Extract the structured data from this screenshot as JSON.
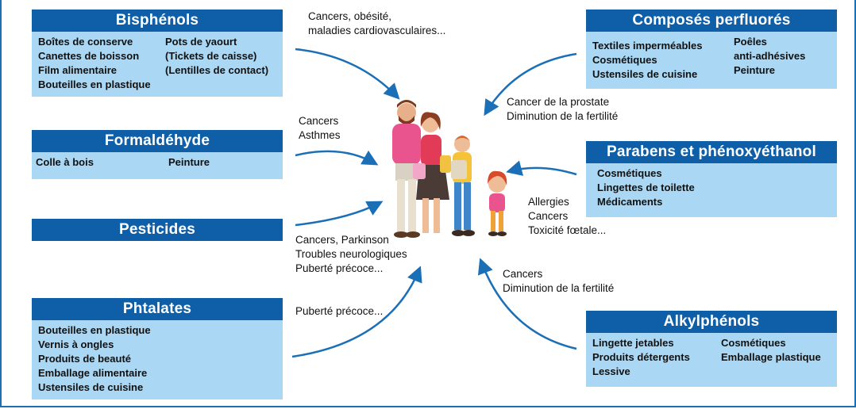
{
  "boxes": {
    "bisphenols": {
      "title": "Bisphénols",
      "col1": [
        "Boîtes de conserve",
        "Canettes de boisson",
        "Film alimentaire",
        "Bouteilles en plastique"
      ],
      "col2": [
        "Pots de yaourt",
        "(Tickets de caisse)",
        "(Lentilles de contact)"
      ]
    },
    "formaldehyde": {
      "title": "Formaldéhyde",
      "col1": [
        "Colle à bois"
      ],
      "col2": [
        "Peinture"
      ]
    },
    "pesticides": {
      "title": "Pesticides"
    },
    "phtalates": {
      "title": "Phtalates",
      "col1": [
        "Bouteilles en plastique",
        "Vernis à ongles",
        "Produits de beauté",
        "Emballage alimentaire",
        "Ustensiles de cuisine"
      ]
    },
    "perfluores": {
      "title": "Composés perfluorés",
      "col1": [
        "Textiles imperméables",
        "Cosmétiques",
        "Ustensiles de cuisine"
      ],
      "col2": [
        "Poêles",
        "anti-adhésives",
        "Peinture"
      ]
    },
    "parabens": {
      "title": "Parabens et phénoxyéthanol",
      "col1": [
        "Cosmétiques",
        "Lingettes de toilette",
        "Médicaments"
      ]
    },
    "alkylphenols": {
      "title": "Alkylphénols",
      "col1": [
        "Lingette jetables",
        "Produits détergents",
        "Lessive"
      ],
      "col2": [
        "Cosmétiques",
        "Emballage plastique"
      ]
    }
  },
  "effects": {
    "bisphenols": [
      "Cancers, obésité,",
      "maladies cardiovasculaires..."
    ],
    "formaldehyde": [
      "Cancers",
      "Asthmes"
    ],
    "pesticides": [
      "Cancers, Parkinson",
      "Troubles neurologiques",
      "Puberté précoce..."
    ],
    "phtalates": [
      "Puberté précoce..."
    ],
    "perfluores": [
      "Cancer de la prostate",
      "Diminution de la fertilité"
    ],
    "parabens": [
      "Allergies",
      "Cancers",
      "Toxicité fœtale..."
    ],
    "alkylphenols": [
      "Cancers",
      "Diminution de la fertilité"
    ]
  },
  "colors": {
    "title_bg": "#0f5ea8",
    "body_bg": "#a9d7f4",
    "arrow": "#1b6fb6"
  }
}
